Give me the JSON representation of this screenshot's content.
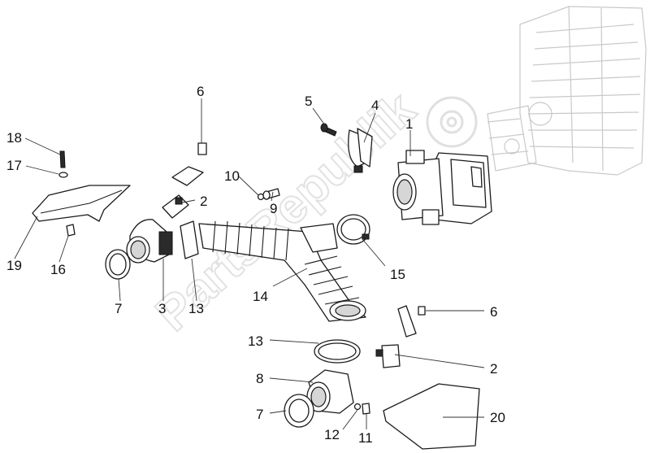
{
  "watermark": {
    "text": "PartsRepublik",
    "color": "#e2e2e2"
  },
  "callouts": [
    {
      "id": "c1",
      "label": "1"
    },
    {
      "id": "c2a",
      "label": "2"
    },
    {
      "id": "c2b",
      "label": "2"
    },
    {
      "id": "c3",
      "label": "3"
    },
    {
      "id": "c4",
      "label": "4"
    },
    {
      "id": "c5",
      "label": "5"
    },
    {
      "id": "c6a",
      "label": "6"
    },
    {
      "id": "c6b",
      "label": "6"
    },
    {
      "id": "c7a",
      "label": "7"
    },
    {
      "id": "c7b",
      "label": "7"
    },
    {
      "id": "c8",
      "label": "8"
    },
    {
      "id": "c9",
      "label": "9"
    },
    {
      "id": "c10",
      "label": "10"
    },
    {
      "id": "c11",
      "label": "11"
    },
    {
      "id": "c12",
      "label": "12"
    },
    {
      "id": "c13a",
      "label": "13"
    },
    {
      "id": "c13b",
      "label": "13"
    },
    {
      "id": "c14",
      "label": "14"
    },
    {
      "id": "c15",
      "label": "15"
    },
    {
      "id": "c16",
      "label": "16"
    },
    {
      "id": "c17",
      "label": "17"
    },
    {
      "id": "c18",
      "label": "18"
    },
    {
      "id": "c19",
      "label": "19"
    },
    {
      "id": "c20",
      "label": "20"
    }
  ]
}
